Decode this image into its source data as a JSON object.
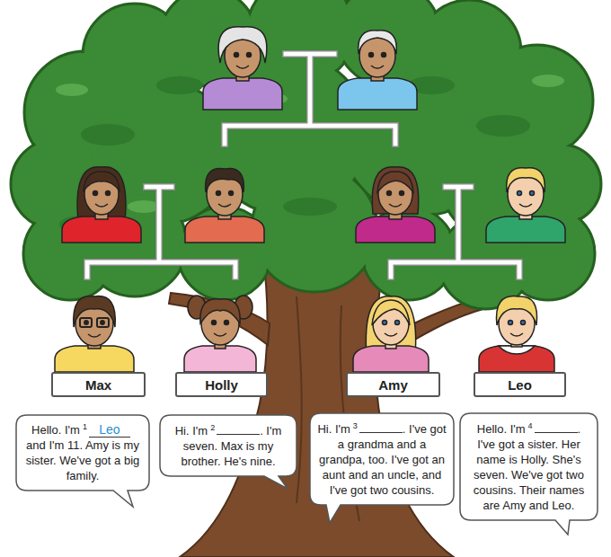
{
  "diagram": {
    "nodes": [
      {
        "text": [
          "Max"
        ]
      },
      {
        "text": [
          "Holly"
        ]
      },
      {
        "text": [
          "Amy"
        ]
      },
      {
        "text": [
          "Leo"
        ]
      },
      {
        "text": [
          "Hello. I'm",
          "1",
          "Leo",
          "and I'm 11. Amy is my sister. We've got a big family."
        ]
      },
      {
        "text": [
          "Hi. I'm",
          "2",
          ". I'm seven. Max is my brother. He's nine."
        ]
      },
      {
        "text": [
          "Hi. I'm",
          "3",
          ". I've got a grandma and a grandpa, too. I've got an aunt and an uncle, and I've got two cousins."
        ]
      },
      {
        "text": [
          "Hello. I'm",
          "4",
          ". I've got a sister. Her name is Holly. She's seven. We've got two cousins. Their names are Amy and Leo."
        ]
      }
    ]
  }
}
